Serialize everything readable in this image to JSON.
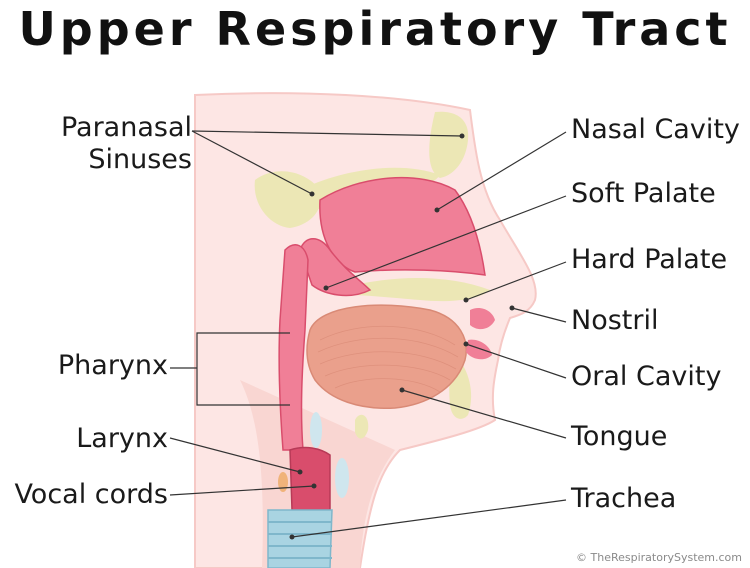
{
  "title": "Upper Respiratory Tract",
  "labels": {
    "paranasal_line1": "Paranasal",
    "paranasal_line2": "Sinuses",
    "pharynx": "Pharynx",
    "larynx": "Larynx",
    "vocal_cords": "Vocal cords",
    "nasal_cavity": "Nasal Cavity",
    "soft_palate": "Soft Palate",
    "hard_palate": "Hard Palate",
    "nostril": "Nostril",
    "oral_cavity": "Oral Cavity",
    "tongue": "Tongue",
    "trachea": "Trachea"
  },
  "copyright": "© TheRespiratorySystem.com",
  "colors": {
    "skin": "#fde6e4",
    "skin_edge": "#f6c9c6",
    "bone": "#ece7b5",
    "airway": "#f07f97",
    "airway_dark": "#d94d6c",
    "tongue": "#eaa08c",
    "trachea": "#a9d4e2",
    "cartilage": "#cfe6ee"
  }
}
